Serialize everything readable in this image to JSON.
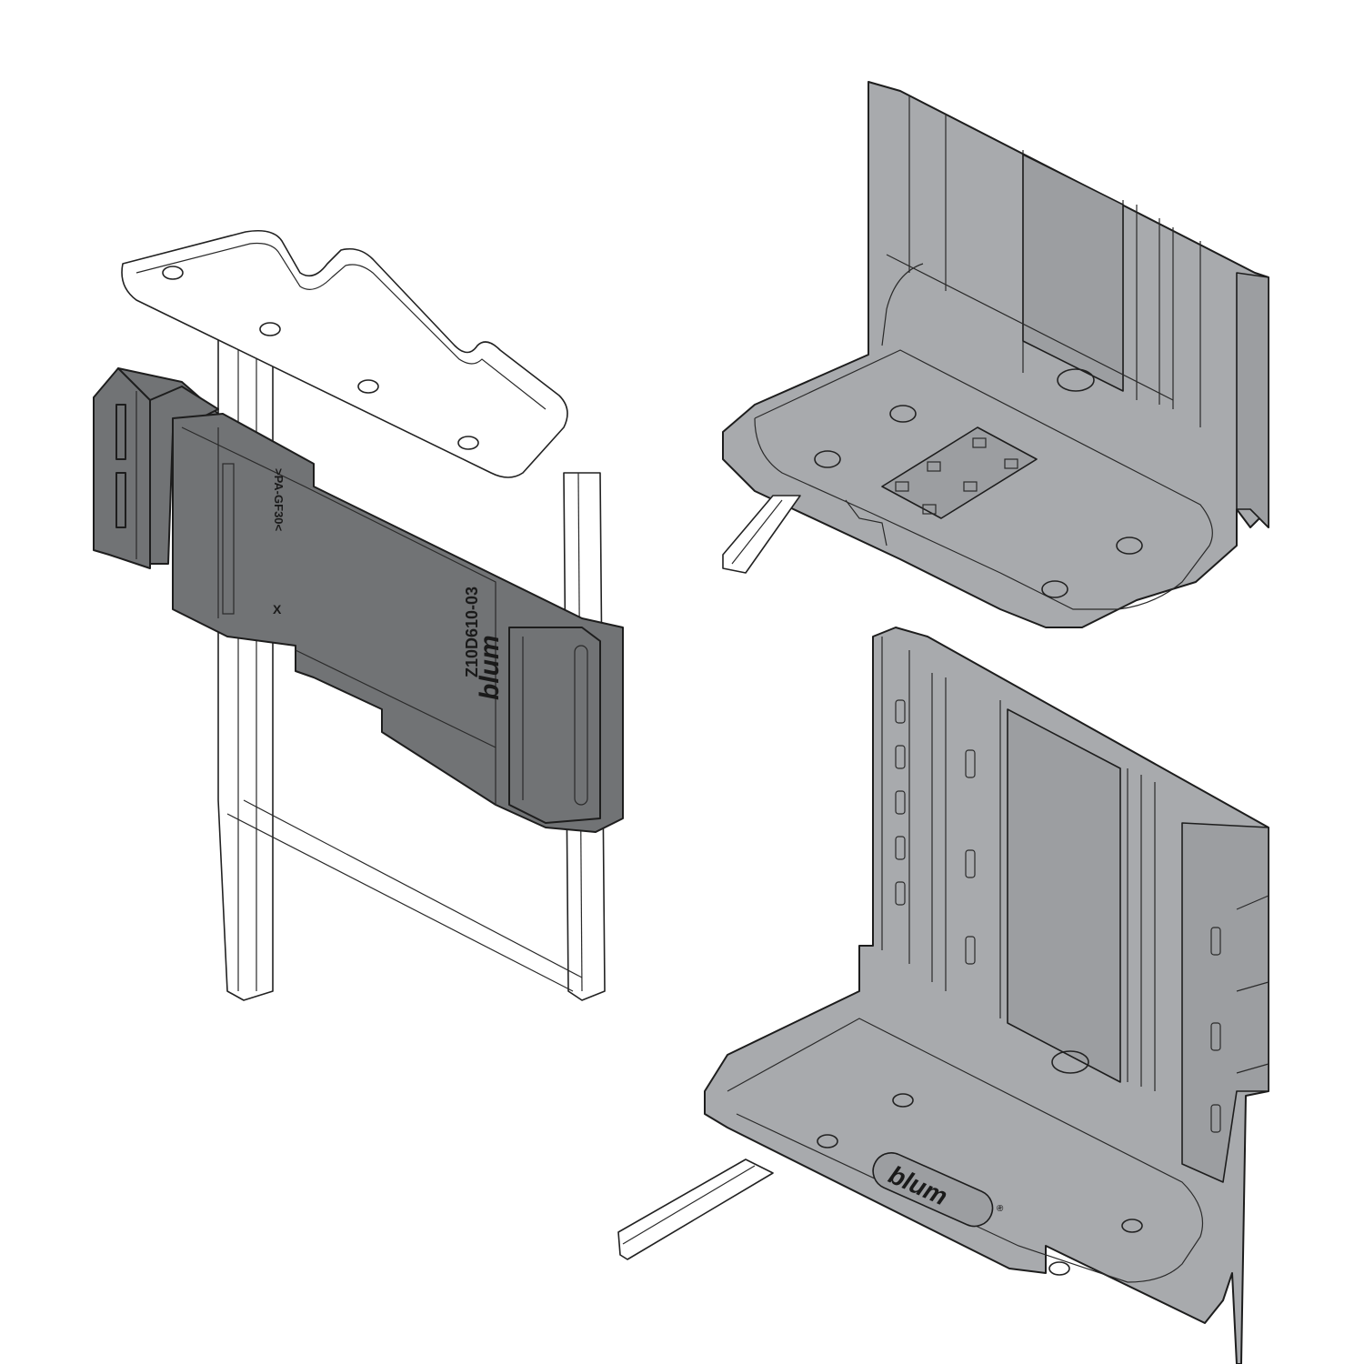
{
  "illustration": {
    "part_number": "Z10D610-03",
    "material_mark": ">PA-GF30<",
    "position_mark": "X",
    "brand_logo": "blum",
    "brand_mark": "®",
    "colors": {
      "clip_dark": "#717375",
      "bracket_light": "#a8aaad",
      "outline": "#1d1d1d",
      "rail_white": "#ffffff"
    }
  }
}
